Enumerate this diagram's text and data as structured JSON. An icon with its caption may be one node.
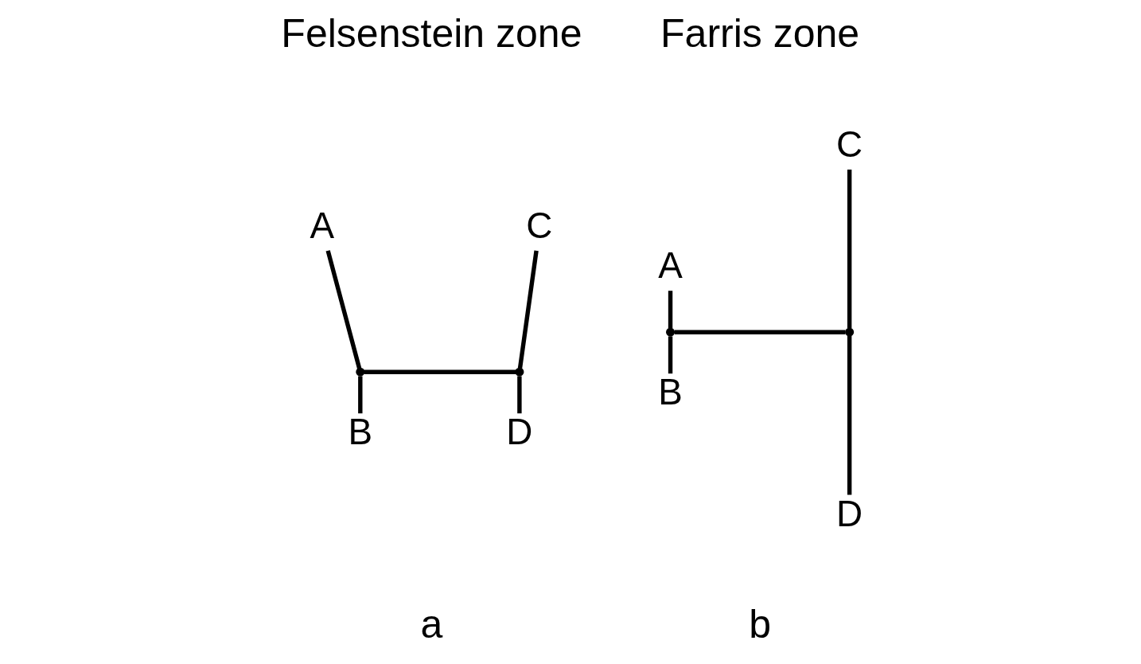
{
  "diagram": {
    "nodes": [
      {
        "text": [
          "A"
        ]
      },
      {
        "text": [
          "C"
        ]
      },
      {
        "text": [],
        "shape": "point"
      },
      {
        "text": [],
        "shape": "point"
      },
      {
        "text": [
          "B"
        ]
      },
      {
        "text": [
          "D"
        ]
      },
      {
        "text": [
          "C"
        ]
      },
      {
        "text": [
          "A"
        ]
      },
      {
        "text": [],
        "shape": "point"
      },
      {
        "text": [],
        "shape": "point"
      },
      {
        "text": [
          "B"
        ]
      },
      {
        "text": [
          "D"
        ]
      }
    ],
    "edges": [
      {
        "from": 0,
        "to": 2,
        "arrow": "none"
      },
      {
        "from": 2,
        "to": 4,
        "arrow": "none"
      },
      {
        "from": 2,
        "to": 3,
        "arrow": "none"
      },
      {
        "from": 1,
        "to": 3,
        "arrow": "none"
      },
      {
        "from": 3,
        "to": 5,
        "arrow": "none"
      },
      {
        "from": 7,
        "to": 8,
        "arrow": "none"
      },
      {
        "from": 8,
        "to": 10,
        "arrow": "none"
      },
      {
        "from": 8,
        "to": 9,
        "arrow": "none"
      },
      {
        "from": 6,
        "to": 9,
        "arrow": "none"
      },
      {
        "from": 9,
        "to": 11,
        "arrow": "none"
      }
    ],
    "labels": [
      "Felsenstein zone",
      "Farris zone",
      "a",
      "b"
    ]
  }
}
